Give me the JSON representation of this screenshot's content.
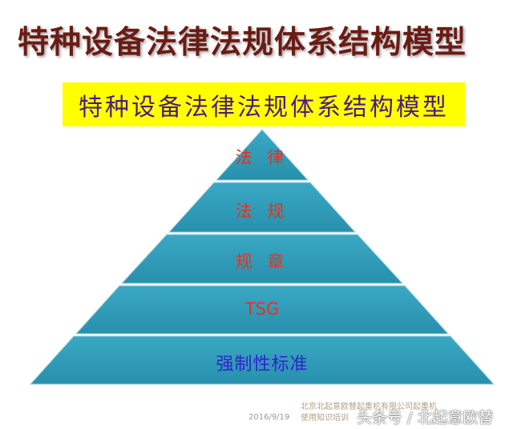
{
  "title": "特种设备法律法规体系结构模型",
  "banner": "特种设备法律法规体系结构模型",
  "pyramid": {
    "levels": [
      "法 律",
      "法 规",
      "规 章",
      "TSG",
      "强制性标准"
    ],
    "fill_color": "#2f9cb9",
    "text_color": "#e8301c",
    "bottom_text_color": "#3320d0"
  },
  "footer": {
    "date": "2016/9/19",
    "org_line1": "北京北起意欧替起重机有限公司起重机",
    "org_line2": "使用知识培训",
    "watermark": "头条号 / 北起意欧替"
  }
}
